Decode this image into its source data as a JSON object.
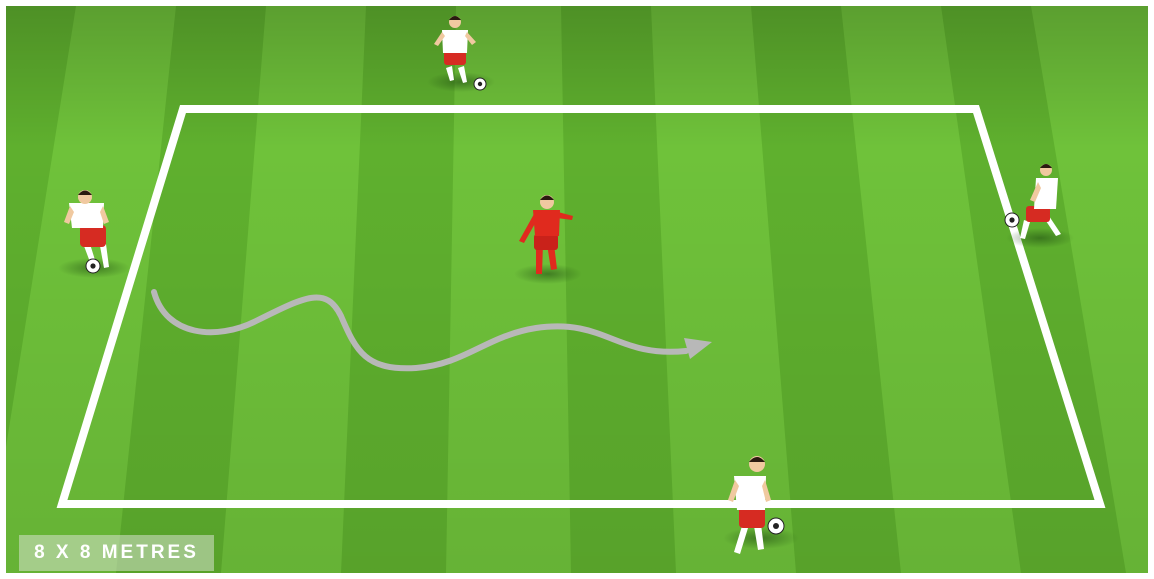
{
  "diagram": {
    "area_label": "8 X 8 METRES",
    "colors": {
      "grass_light": "#6fc23a",
      "grass_dark": "#5fb02e",
      "line": "#ffffff",
      "arrow": "#b0b0b0",
      "attacker_shirt": "#ffffff",
      "attacker_shorts": "#d62b22",
      "defender_kit": "#e02a1e"
    },
    "players": [
      {
        "role": "attacker",
        "has_ball": true
      },
      {
        "role": "attacker",
        "has_ball": true
      },
      {
        "role": "attacker",
        "has_ball": true
      },
      {
        "role": "attacker",
        "has_ball": true
      },
      {
        "role": "defender",
        "has_ball": false
      }
    ],
    "icons": [
      "dribble-arrow-icon",
      "football-icon",
      "player-icon"
    ]
  }
}
